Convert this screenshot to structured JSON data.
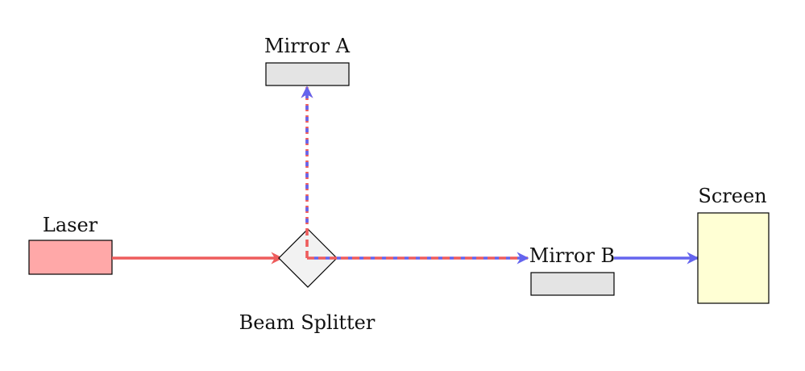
{
  "diagram": {
    "labels": {
      "laser": "Laser",
      "mirror_a": "Mirror A",
      "mirror_b": "Mirror B",
      "beam_splitter": "Beam Splitter",
      "screen": "Screen"
    },
    "colors": {
      "laser_fill": "#ffa8a8",
      "mirror_fill": "#e4e4e4",
      "splitter_fill": "#f2f2f2",
      "screen_fill": "#ffffd4",
      "red_beam": "#ee5c5c",
      "blue_beam": "#6464ee",
      "outline": "#000000"
    }
  }
}
